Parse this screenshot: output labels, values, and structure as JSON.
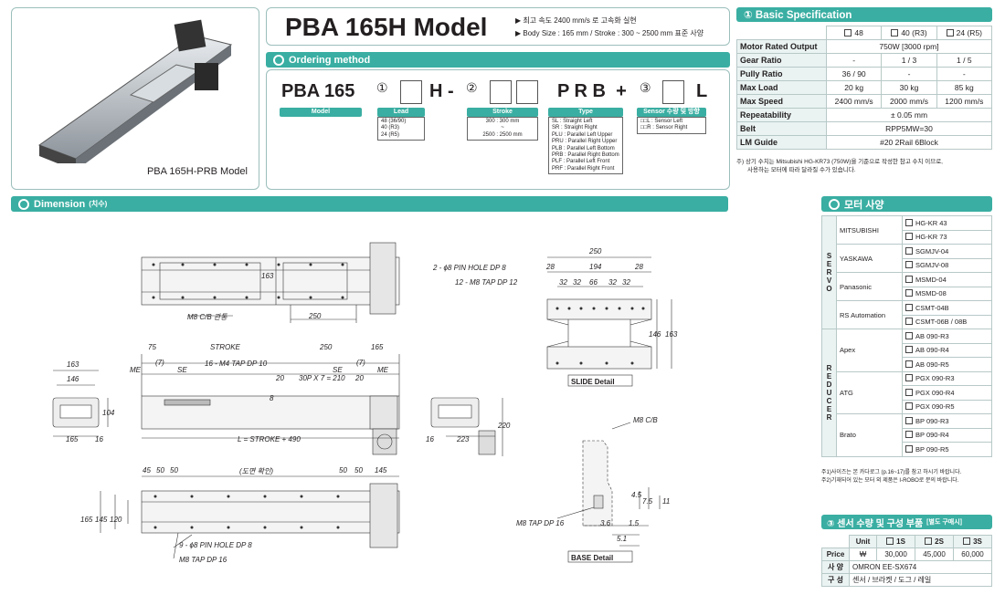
{
  "product": {
    "image_caption": "PBA 165H-PRB Model"
  },
  "title": {
    "model": "PBA 165H Model",
    "notes": [
      "▶ 최고 속도 2400 mm/s 로 고속화 실현",
      "▶ Body Size : 165 mm / Stroke : 300 ~ 2500 mm 표준 사양"
    ]
  },
  "ordering": {
    "header": "Ordering method",
    "code": "PBA 165",
    "h_dash": "H -",
    "prb_plus": "P R B  +",
    "l": "L",
    "c1": "①",
    "c2": "②",
    "c3": "③",
    "model_tag": "Model",
    "lead": {
      "tag": "Lead",
      "items": [
        "48 (36/90)",
        "40 (R3)",
        "24 (R5)"
      ]
    },
    "stroke": {
      "tag": "Stroke",
      "items": [
        "300 : 300 mm",
        "~",
        "2500 : 2500 mm"
      ]
    },
    "type": {
      "tag": "Type",
      "items": [
        "SL : Straight Left",
        "SR : Straight Right",
        "PLU : Parallel Left Upper",
        "PRU : Parallel Right Upper",
        "PLB : Parallel Left Bottom",
        "PRB : Parallel Right Bottom",
        "PLF : Parallel Left Front",
        "PRF : Parallel Right Front"
      ]
    },
    "sensor": {
      "tag": "Sensor 수량 및 방향",
      "items": [
        "□□L : Sensor Left",
        "□□R : Sensor Right"
      ]
    }
  },
  "spec": {
    "header": "① Basic Specification",
    "cols": [
      "48",
      "40 (R3)",
      "24 (R5)"
    ],
    "rows": [
      {
        "label": "Motor Rated Output",
        "merged": "750W [3000 rpm]"
      },
      {
        "label": "Gear Ratio",
        "vals": [
          "-",
          "1 / 3",
          "1 / 5"
        ]
      },
      {
        "label": "Pully Ratio",
        "vals": [
          "36 / 90",
          "-",
          "-"
        ]
      },
      {
        "label": "Max Load",
        "vals": [
          "20 kg",
          "30 kg",
          "85 kg"
        ]
      },
      {
        "label": "Max Speed",
        "vals": [
          "2400 mm/s",
          "2000 mm/s",
          "1200 mm/s"
        ]
      },
      {
        "label": "Repeatability",
        "merged": "± 0.05 mm"
      },
      {
        "label": "Belt",
        "merged": "RPP5MW=30"
      },
      {
        "label": "LM Guide",
        "merged": "#20 2Rail 6Block"
      }
    ],
    "note1": "주) 상기 수치는 Mitsubishi HG-KR73 (750W)을 기준으로 작성한 참고 수치 이므로,",
    "note2": "사용하는 모터에 따라 달라질 수가 있습니다."
  },
  "dimension": {
    "header": "Dimension",
    "sub": "(치수)",
    "labels": {
      "m8cb": "M8 C/B 관통",
      "d163": "163",
      "d250": "250",
      "pin": "2 - ϕ8 PIN HOLE DP 8",
      "tap12": "12 - M8 TAP DP 12",
      "sw250": "250",
      "sw28a": "28",
      "sw194": "194",
      "sw28b": "28",
      "sw32a": "32",
      "sw32b": "32",
      "sw32c": "32",
      "sw66": "66",
      "sw32d": "32",
      "sw32e": "32",
      "sh146": "146",
      "sh163": "163",
      "slide": "SLIDE Detail",
      "f75": "75",
      "fstroke": "STROKE",
      "f250": "250",
      "f165": "165",
      "fme1": "ME",
      "f7a": "(7)",
      "fse1": "SE",
      "fse2": "SE",
      "f7b": "(7)",
      "fme2": "ME",
      "ftap": "16 - M4 TAP DP 10",
      "f20a": "20",
      "f30p": "30P X 7 = 210",
      "f20b": "20",
      "fl": "L = STROKE + 490",
      "f8": "8",
      "e163": "163",
      "e146": "146",
      "e104": "104",
      "e165": "165",
      "e16": "16",
      "r16": "16",
      "r223": "223",
      "r220": "220",
      "tdim": "(도면 확인)",
      "t45": "45",
      "t50a": "50",
      "t50b": "50",
      "t50c": "50",
      "t50d": "50",
      "t145": "145",
      "t165": "165",
      "t145v": "145",
      "t120": "120",
      "tpin": "9 - ϕ8 PIN HOLE DP 8",
      "ttap": "M8 TAP DP 16",
      "bcb": "M8 C/B",
      "btap": "M8 TAP DP 16",
      "b36": "3.6",
      "b15": "1.5",
      "b51": "5.1",
      "b45": "4.5",
      "b75": "7.5",
      "b11": "11",
      "base": "BASE Detail"
    }
  },
  "motor": {
    "header": "모터 사양",
    "servo": "S E R V O",
    "reducer": "R E D U C E R",
    "groups": [
      {
        "brand": "MITSUBISHI",
        "items": [
          "HG-KR 43",
          "HG-KR 73"
        ]
      },
      {
        "brand": "YASKAWA",
        "items": [
          "SGMJV-04",
          "SGMJV-08"
        ]
      },
      {
        "brand": "Panasonic",
        "items": [
          "MSMD-04",
          "MSMD-08"
        ]
      },
      {
        "brand": "RS Automation",
        "items": [
          "CSMT-04B",
          "CSMT-06B / 08B"
        ]
      },
      {
        "brand": "Apex",
        "items": [
          "AB 090-R3",
          "AB 090-R4",
          "AB 090-R5"
        ]
      },
      {
        "brand": "ATG",
        "items": [
          "PGX 090-R3",
          "PGX 090-R4",
          "PGX 090-R5"
        ]
      },
      {
        "brand": "Brato",
        "items": [
          "BP 090-R3",
          "BP 090-R4",
          "BP 090-R5"
        ]
      }
    ],
    "note1": "주1)사이즈는 본 카다로그 (p.16~17)를 참고 하시기 바랍니다.",
    "note2": "주2)기재되어 있는 모터 외 제품은 I-ROBO로 문의 바랍니다."
  },
  "sensor": {
    "header": "③ 센서 수량 및 구성 부품",
    "sub": "[별도 구매시]",
    "unit": "Unit",
    "cols": [
      "1S",
      "2S",
      "3S"
    ],
    "price_label": "Price",
    "currency": "₩",
    "prices": [
      "30,000",
      "45,000",
      "60,000"
    ],
    "spec_label": "사 양",
    "spec_val": "OMRON  EE-SX674",
    "comp_label": "구 성",
    "comp_val": "센서 / 브라켓 / 도그 / 레일"
  }
}
